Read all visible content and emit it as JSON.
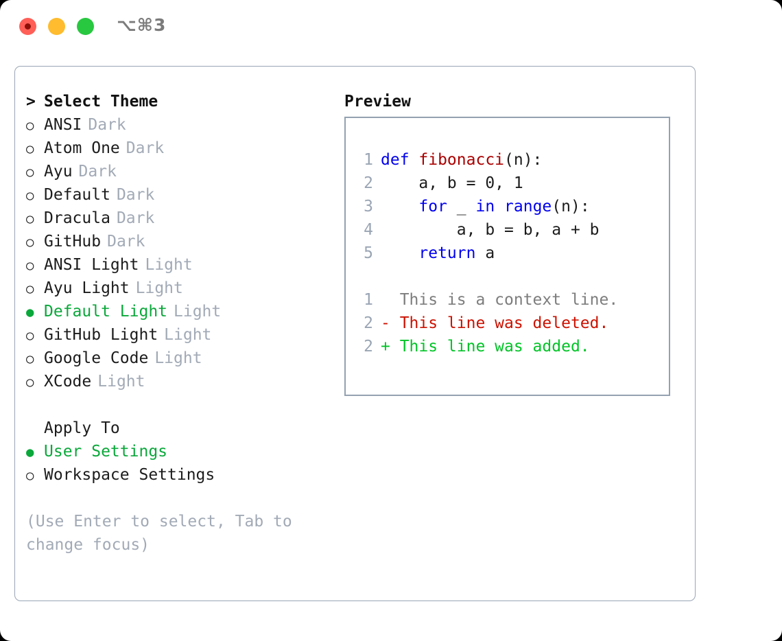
{
  "window": {
    "traffic_lights": [
      "close-red",
      "minimize-yellow",
      "maximize-green"
    ],
    "shortcut_label": "⌥⌘3",
    "colors": {
      "close": "#ff5f57",
      "minimize": "#febc2e",
      "maximize": "#28c840",
      "panel_border": "#9aa5b4",
      "preview_border": "#93a1b0",
      "selected_green": "#0aa83a",
      "badge_gray": "#a2aab6",
      "hint_gray": "#a2aab6"
    }
  },
  "theme_picker": {
    "heading": "Select Theme",
    "heading_marker": ">",
    "items": [
      {
        "name": "ANSI",
        "badge": "Dark",
        "selected": false
      },
      {
        "name": "Atom One",
        "badge": "Dark",
        "selected": false
      },
      {
        "name": "Ayu",
        "badge": "Dark",
        "selected": false
      },
      {
        "name": "Default",
        "badge": "Dark",
        "selected": false
      },
      {
        "name": "Dracula",
        "badge": "Dark",
        "selected": false
      },
      {
        "name": "GitHub",
        "badge": "Dark",
        "selected": false
      },
      {
        "name": "ANSI Light",
        "badge": "Light",
        "selected": false
      },
      {
        "name": "Ayu Light",
        "badge": "Light",
        "selected": false
      },
      {
        "name": "Default Light",
        "badge": "Light",
        "selected": true
      },
      {
        "name": "GitHub Light",
        "badge": "Light",
        "selected": false
      },
      {
        "name": "Google Code",
        "badge": "Light",
        "selected": false
      },
      {
        "name": "XCode",
        "badge": "Light",
        "selected": false
      }
    ]
  },
  "apply_to": {
    "heading": "Apply To",
    "items": [
      {
        "name": "User Settings",
        "selected": true
      },
      {
        "name": "Workspace Settings",
        "selected": false
      }
    ]
  },
  "hint": "(Use Enter to select, Tab to change focus)",
  "preview": {
    "title": "Preview",
    "code_lines": [
      {
        "lineno": "1",
        "tokens": [
          {
            "text": "def ",
            "type": "kw"
          },
          {
            "text": "fibonacci",
            "type": "fn"
          },
          {
            "text": "(n):",
            "type": "plain"
          }
        ]
      },
      {
        "lineno": "2",
        "tokens": [
          {
            "text": "    a, b = 0, 1",
            "type": "plain"
          }
        ]
      },
      {
        "lineno": "3",
        "tokens": [
          {
            "text": "    ",
            "type": "plain"
          },
          {
            "text": "for",
            "type": "kw"
          },
          {
            "text": " _ ",
            "type": "plain"
          },
          {
            "text": "in",
            "type": "kw"
          },
          {
            "text": " ",
            "type": "plain"
          },
          {
            "text": "range",
            "type": "kw"
          },
          {
            "text": "(n):",
            "type": "plain"
          }
        ]
      },
      {
        "lineno": "4",
        "tokens": [
          {
            "text": "        a, b = b, a + b",
            "type": "plain"
          }
        ]
      },
      {
        "lineno": "5",
        "tokens": [
          {
            "text": "    ",
            "type": "plain"
          },
          {
            "text": "return",
            "type": "kw"
          },
          {
            "text": " a",
            "type": "plain"
          }
        ]
      }
    ],
    "diff_lines": [
      {
        "lineno": "1",
        "sign": " ",
        "text": "This is a context line.",
        "type": "ctx"
      },
      {
        "lineno": "2",
        "sign": "-",
        "text": "This line was deleted.",
        "type": "del"
      },
      {
        "lineno": "2",
        "sign": "+",
        "text": "This line was added.",
        "type": "add"
      }
    ]
  }
}
